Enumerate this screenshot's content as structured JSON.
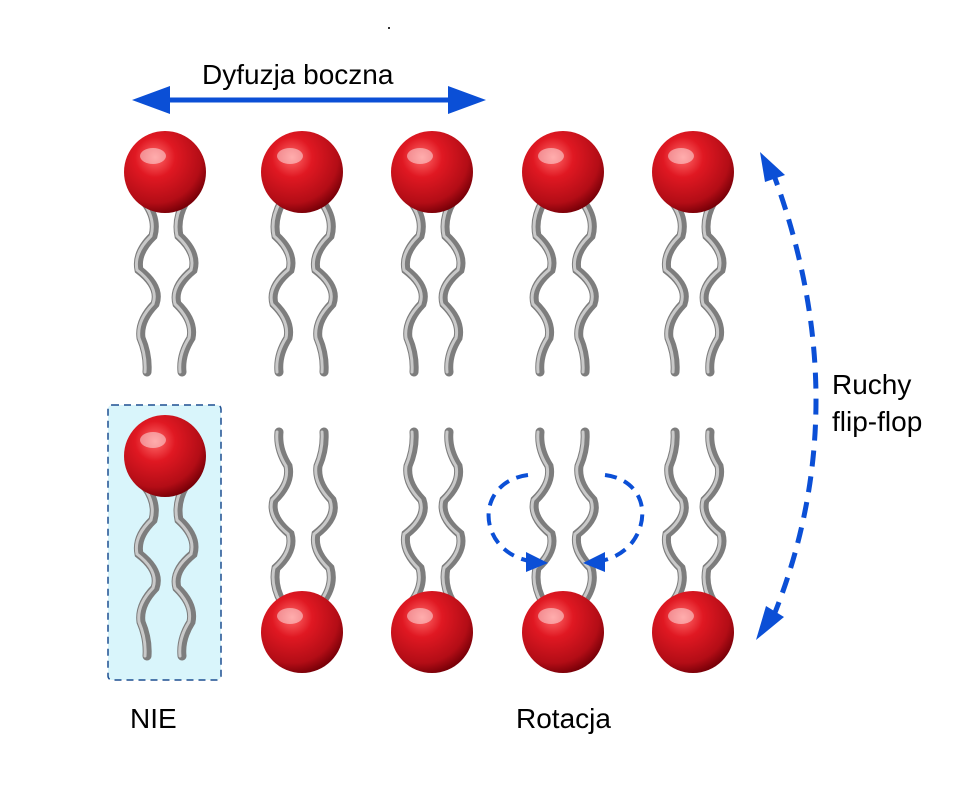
{
  "labels": {
    "lateral_diffusion": "Dyfuzja boczna",
    "flip_flop_line1": "Ruchy",
    "flip_flop_line2": "flip-flop",
    "no_movement": "NIE",
    "rotation": "Rotacja"
  },
  "colors": {
    "head": "#d0111b",
    "head_dark": "#7a0008",
    "tail": "#7d7d7d",
    "tail_light": "#c9c9c9",
    "arrow": "#0b4fd6",
    "highlight_box": "#d9f5fb",
    "highlight_border": "#1d4f91"
  },
  "icons": {
    "lipid": "phospholipid-icon",
    "arrow": "double-arrow-icon"
  },
  "structure": {
    "upper_leaflet_count": 5,
    "lower_leaflet_count": 5
  }
}
